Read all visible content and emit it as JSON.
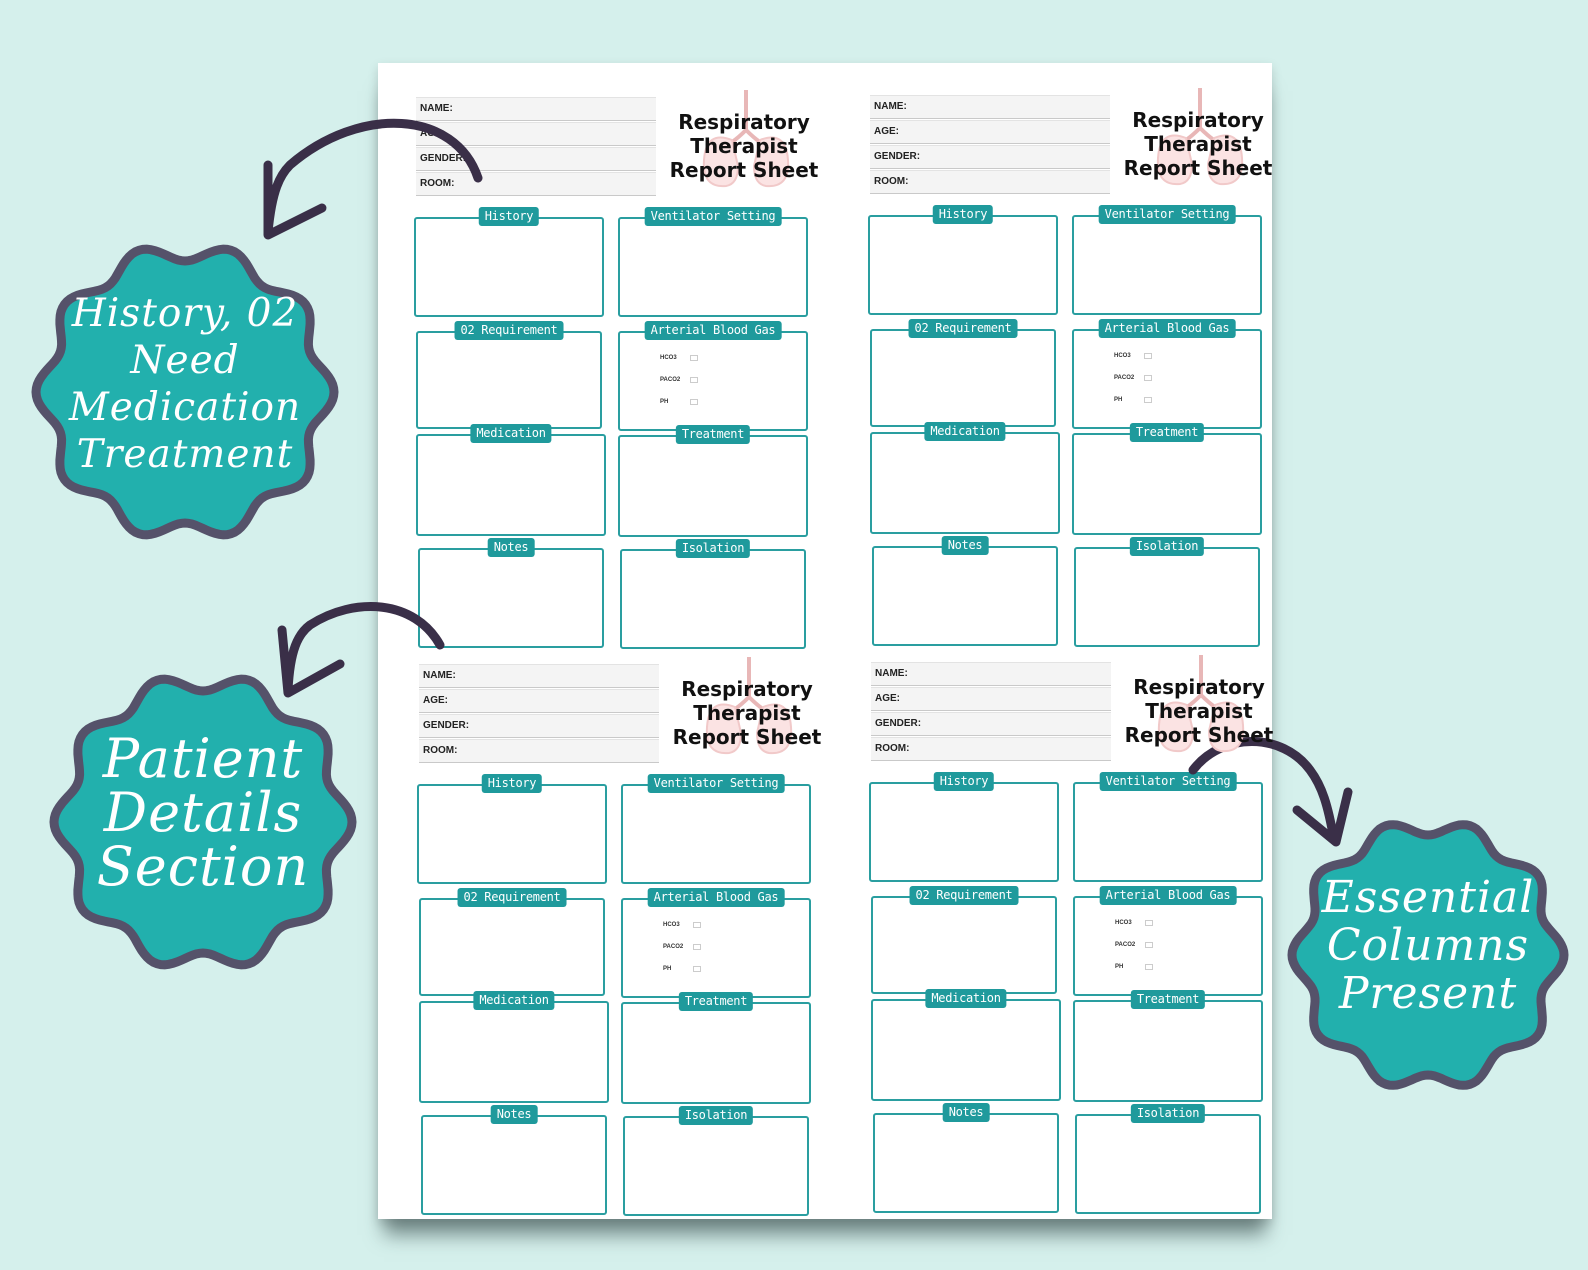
{
  "sheet": {
    "title": "Respiratory Therapist Report Sheet",
    "title_lines": [
      "Respiratory",
      "Therapist",
      "Report Sheet"
    ],
    "patient_fields": [
      "NAME:",
      "AGE:",
      "GENDER:",
      "ROOM:"
    ],
    "sections": {
      "history": "History",
      "ventilator": "Ventilator Setting",
      "o2": "02 Requirement",
      "abg": "Arterial Blood Gas",
      "medication": "Medication",
      "treatment": "Treatment",
      "notes": "Notes",
      "isolation": "Isolation"
    },
    "abg_fields": [
      "HCO3",
      "PACO2",
      "PH"
    ]
  },
  "callouts": {
    "top_left": [
      "History, 02",
      "Need",
      "Medication",
      "Treatment"
    ],
    "bottom_left": [
      "Patient",
      "Details",
      "Section"
    ],
    "right": [
      "Essential",
      "Columns",
      "Present"
    ]
  },
  "colors": {
    "background": "#d5f0ec",
    "teal": "#1f9a9c",
    "badge_fill": "#22b0ad",
    "badge_border": "#55526a",
    "arrow": "#3a2f48"
  }
}
